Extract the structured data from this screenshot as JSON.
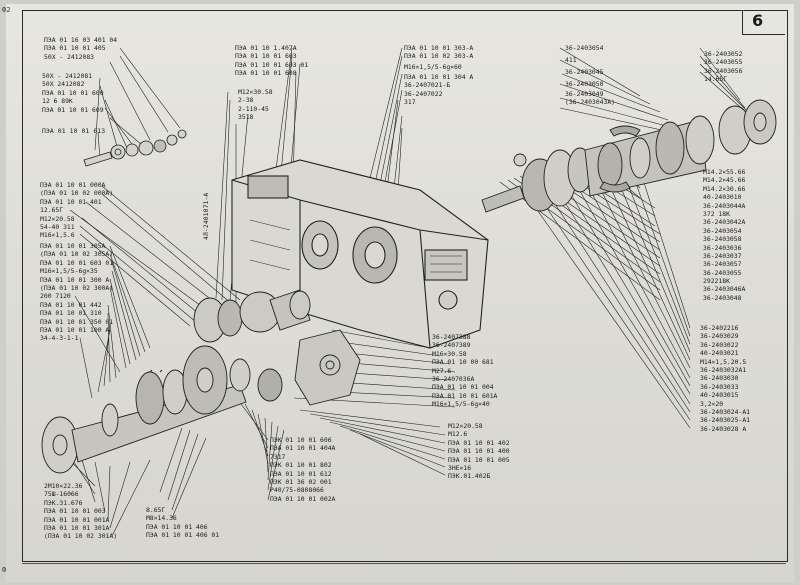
{
  "page_number": "6",
  "edge_mark_top": "Ф2",
  "edge_mark_bottom": "Ф",
  "labels": {
    "top_left": [
      "ПЭА 01 16 03 401 04",
      "ПЭА 01 10 01 405",
      "50Х - 2412083"
    ],
    "left_a": [
      "50Х - 2412081",
      "50Х  2412082",
      "ПЭА 01 10 01 600",
      "12 6 89К",
      "ПЭА 01 10 01 609"
    ],
    "left_a2": "ПЭА 01 10 01 613",
    "left_b": [
      "ПЭА 01 10 01 000А",
      "(ПЭА 01 10 02 000А)",
      "ПЭА 01 10 01 401",
      "12.65Г",
      "М12×20.58",
      "54-40 311",
      "М16×1,5.6"
    ],
    "left_c": [
      "ПЭА 01 10 01 305А",
      "(ПЭА 01 10 02 305А)",
      "ПЭА 01 10 01 603 01",
      "М16×1,5/5-6g×35",
      "ПЭА 01 10 01 300 А",
      "(ПЭА 01 10 02 300А)",
      "200 7120",
      "ПЭА 01 10 01 442",
      "ПЭА 01 10 01 310",
      "ПЭА 01 10 01 350 01",
      "ПЭА 01 10 01 100 А",
      "34-4-3-1-1"
    ],
    "left_bottom": [
      "2М10×22.36",
      "75Ш-16066",
      "ПЭК.31.676",
      "ПЭА 01 10 01 003",
      "ПЭА 01 10 01 001А",
      "ПЭА 01 10 01 301А",
      "(ПЭА 01 10 02 301А)"
    ],
    "top_center_a": [
      "ПЭА 01 10 1.407А",
      "ПЭА 01 10 01 603",
      "ПЭА 01 10 01 603 01",
      "ПЭА 01 10 01 608"
    ],
    "top_center_b": [
      "М12×30.58",
      "2-38",
      "2-110-45",
      "3518"
    ],
    "vertical": "4Л-2401071-А",
    "top_right_mid": [
      "ПЭА 01 10 01 303-А",
      "ПЭА 01 10 02 303-А",
      "М16×1,5/5-6g×60",
      "ПЭА 01 10 01 304 А",
      "36-2407021-Б",
      "36-2407022",
      "317"
    ],
    "center_lower": [
      "36-2407388",
      "36-2407389",
      "М16×30.58",
      "ПЭА 01 10 00 681",
      "М27.6",
      "36-2407036А",
      "ПЭА 01 10 01 004",
      "ПЭА 01 10 01 601А",
      "М16×1,5/5-6g×40"
    ],
    "center_bottom": [
      "М12×20.58",
      "М12.6",
      "ПЭА 01 10 01 402",
      "ПЭА 01 10 01 400",
      "ПЭА 01 10 01 005",
      "ЗНЕ×16",
      "ПЭК.01.402Б"
    ],
    "bottom_center": [
      "ПЭК 01 10 01 606",
      "ПЭА 01 10 01 404А",
      "7317",
      "ПЭК 01 10 01 802",
      "ПЭА 01 10 01 612",
      "ПЭК 01 36 02 001",
      "Р40/75-0808066",
      "ПЭА 01 10 01 002А"
    ],
    "bottom_mid": [
      "8.65Г",
      "М8×14.36",
      "ПЭА 01 10 01 406",
      "ПЭА 01 10 01 406 01"
    ],
    "top_right_a": [
      "36-2403054",
      "411",
      "36-2403045",
      "36-2403050",
      "36-2403049",
      "(36-2403043А)"
    ],
    "top_right_b": [
      "36-2403052",
      "36-2403055",
      "36-2403056",
      "14.65Г"
    ],
    "right_mid": [
      "М14.2×55.66",
      "М14.2×45.66",
      "М14.2×30.66",
      "40-2403010",
      "36-2403044А",
      "372 18К",
      "36-2403042А",
      "36-2403054",
      "36-2403058",
      "36-2403036",
      "36-2403037",
      "36-2403057",
      "36-2403055",
      "292218К",
      "36-2403046А",
      "36-2403048"
    ],
    "right_bottom": [
      "36-2402216",
      "36-2403029",
      "36-2403022",
      "40-2403021",
      "М14×1,5.20.5",
      "36-2403032А1",
      "36-2403030",
      "36-2403033",
      "40-2403015",
      "3,2×20",
      "36-2403024-А1",
      "36-2403025-А1",
      "36-2403028 А"
    ]
  }
}
